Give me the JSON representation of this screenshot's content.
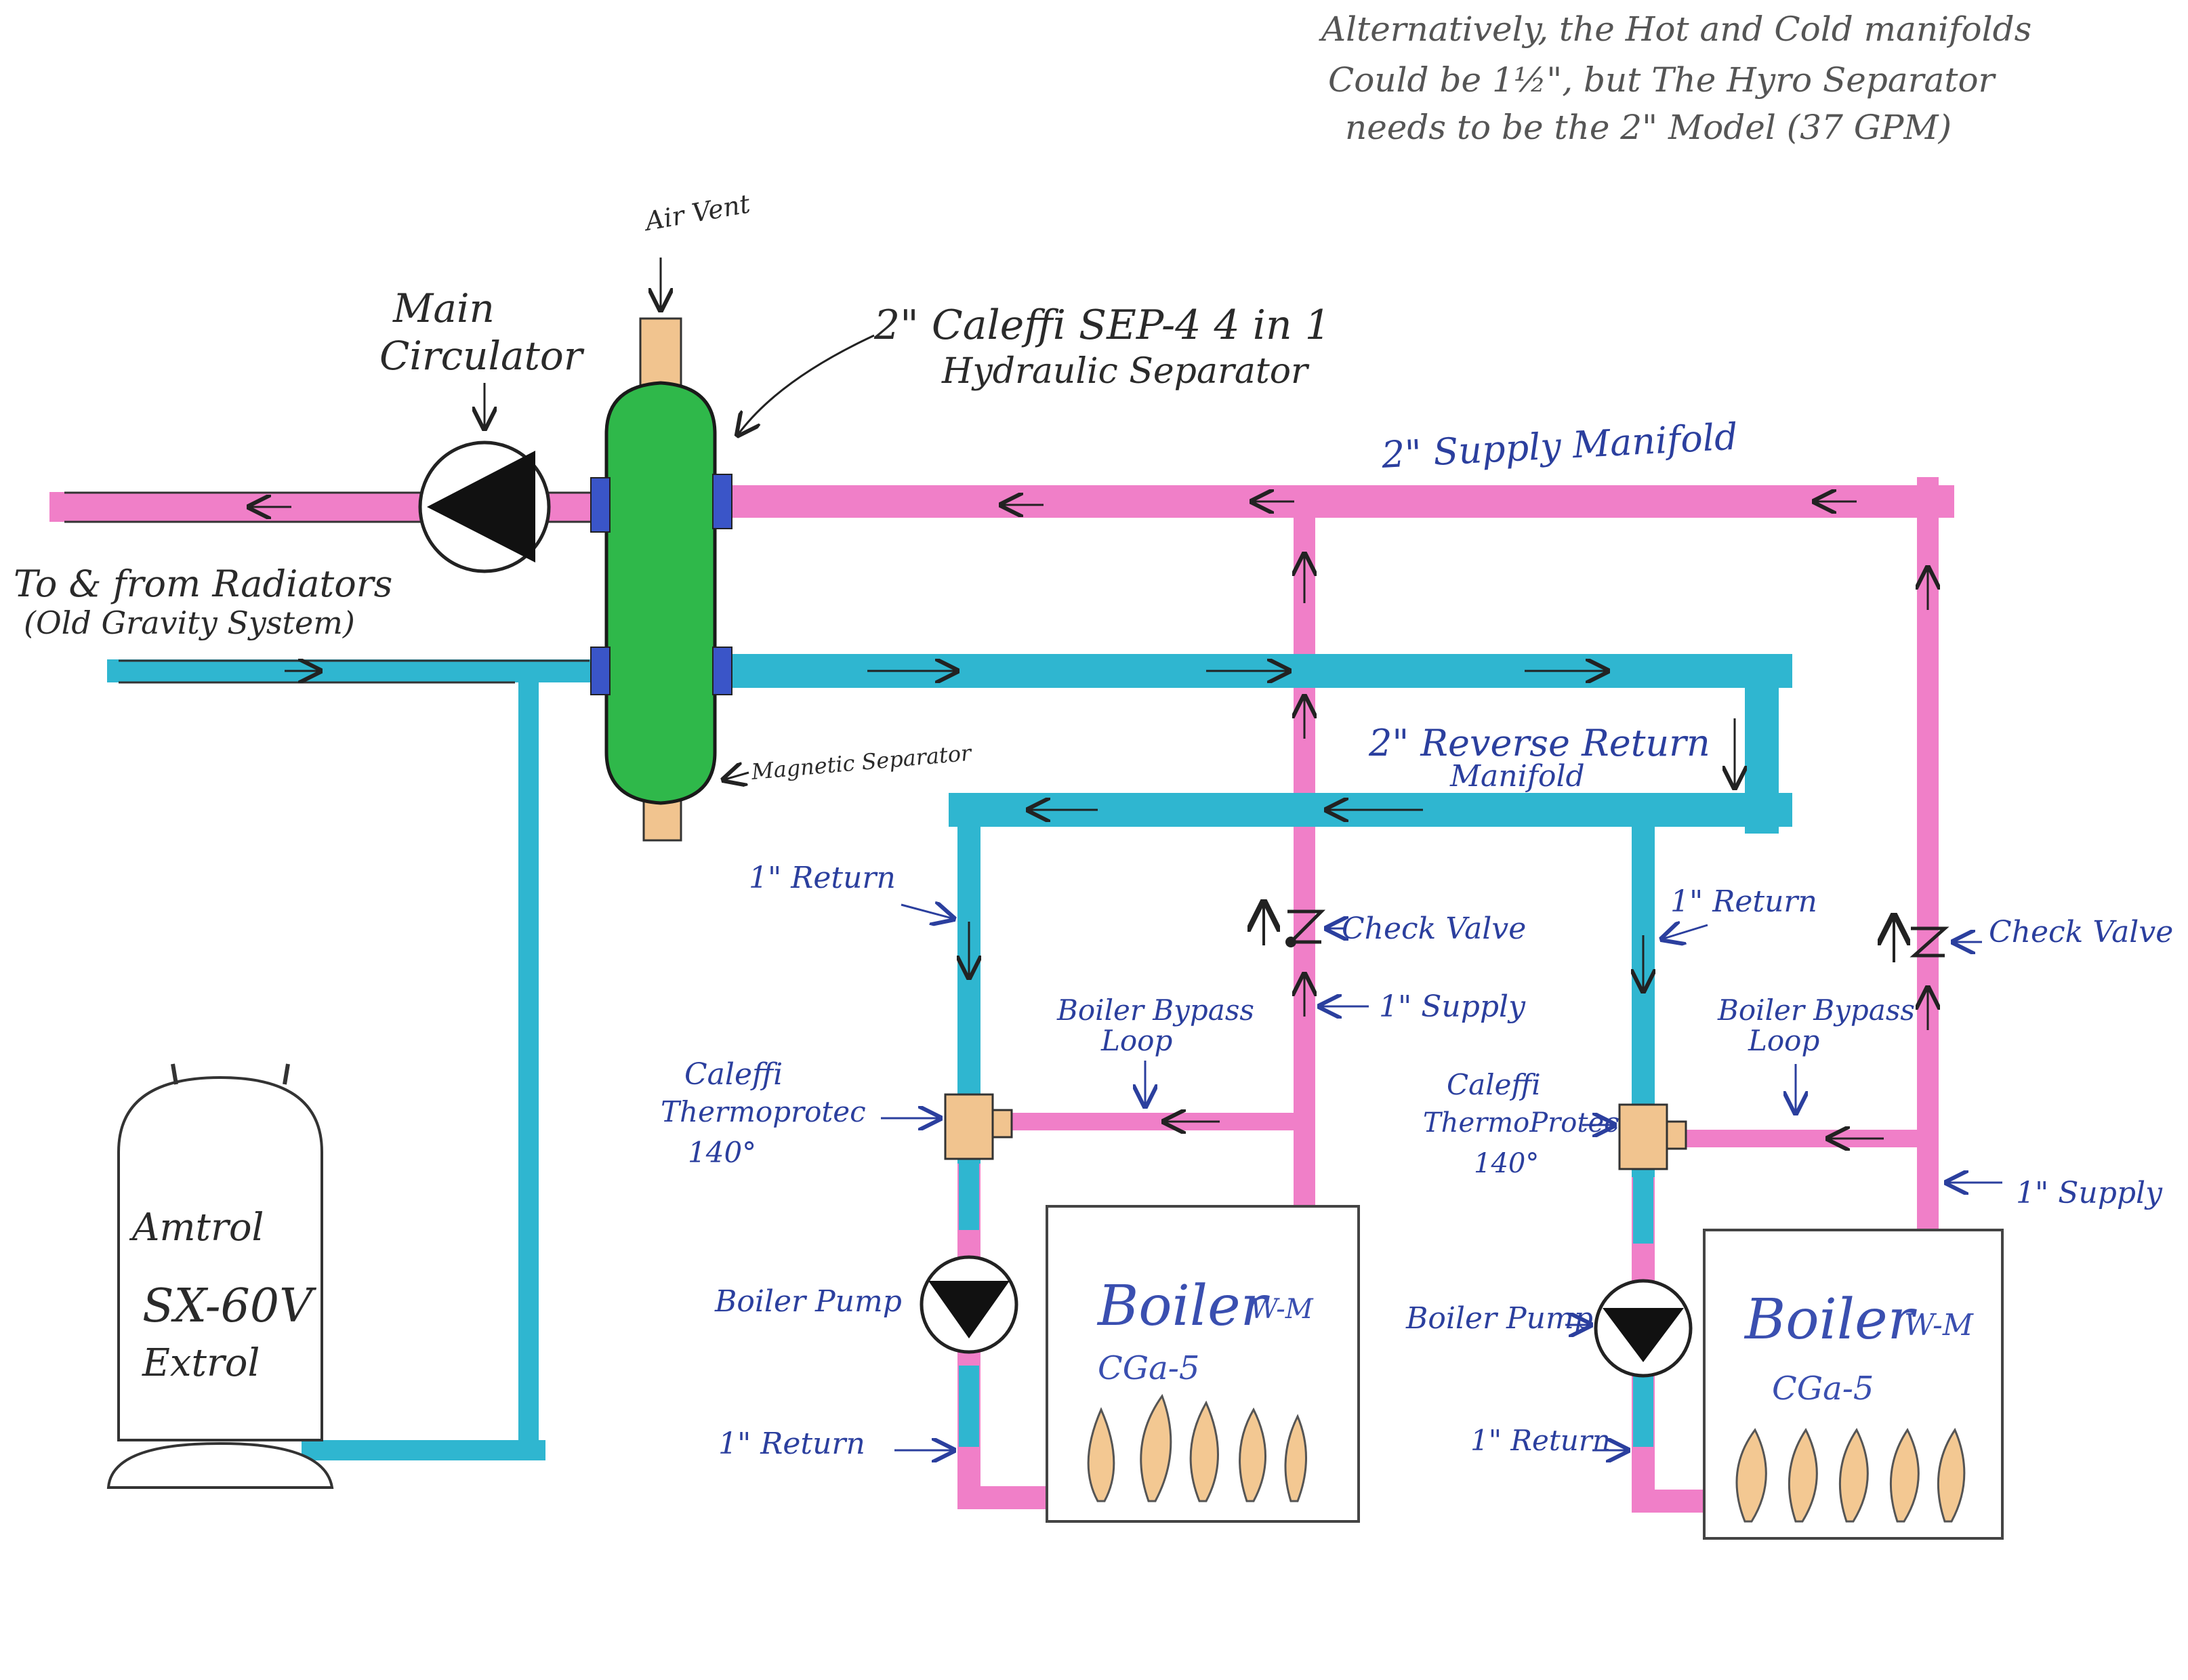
{
  "note": {
    "line1": "Alternatively, the Hot and Cold manifolds",
    "line2": "Could be 1½\", but The Hyro Separator",
    "line3": "needs to be the 2\" Model (37 GPM)"
  },
  "labels": {
    "air_vent": "Air Vent",
    "main_circulator_1": "Main",
    "main_circulator_2": "Circulator",
    "separator_1": "2\" Caleffi SEP-4 4 in 1",
    "separator_2": "Hydraulic Separator",
    "supply_manifold": "2\" Supply Manifold",
    "radiators_1": "To & from Radiators",
    "radiators_2": "(Old Gravity System)",
    "magnetic_separator": "Magnetic Separator",
    "reverse_return_1": "2\" Reverse Return",
    "reverse_return_2": "Manifold",
    "return_1in_left": "1\" Return",
    "return_1in_right": "1\" Return",
    "check_valve_left": "Check Valve",
    "check_valve_right": "Check Valve",
    "supply_1in_left": "1\" Supply",
    "supply_1in_right": "1\" Supply",
    "bypass_left_1": "Boiler Bypass",
    "bypass_left_2": "Loop",
    "bypass_right_1": "Boiler Bypass",
    "bypass_right_2": "Loop",
    "thermo_left_1": "Caleffi",
    "thermo_left_2": "Thermoprotec",
    "thermo_left_3": "140°",
    "thermo_right_1": "Caleffi",
    "thermo_right_2": "ThermoProtec",
    "thermo_right_3": "140°",
    "boiler_pump_left": "Boiler Pump",
    "boiler_pump_right": "Boiler Pump",
    "return_bottom_left": "1\" Return",
    "return_bottom_right": "1\" Return",
    "boiler_left_1": "Boiler",
    "boiler_left_brand": "W-M",
    "boiler_left_model": "CGa-5",
    "boiler_right_1": "Boiler",
    "boiler_right_brand": "W-M",
    "boiler_right_model": "CGa-5",
    "tank_1": "Amtrol",
    "tank_2": "SX-60V",
    "tank_3": "Extrol"
  },
  "colors": {
    "hot_pipe": "#f07fc8",
    "cold_pipe": "#2fb6d0",
    "separator": "#2fb84a",
    "label_blue": "#2b3f9e",
    "flame": "#f3c892",
    "fitting_brass": "#f1c48f"
  }
}
